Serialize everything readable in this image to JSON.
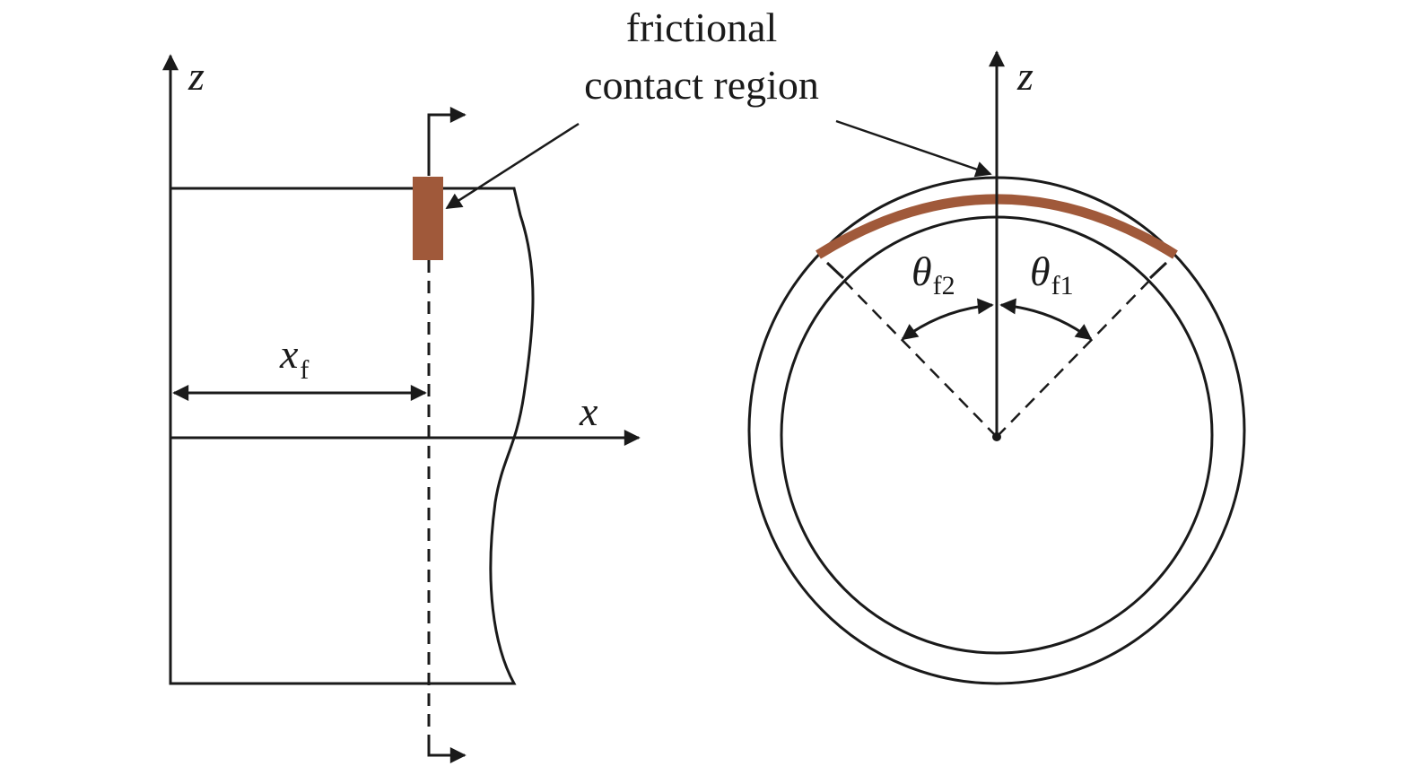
{
  "colors": {
    "line": "#1a1a1a",
    "contact": "#a0593a",
    "background": "#ffffff"
  },
  "annotation": {
    "line1": "frictional",
    "line2": "contact region"
  },
  "left_view": {
    "z_axis_label": "z",
    "x_axis_label": "x",
    "dimension_label": "x",
    "dimension_subscript": "f"
  },
  "right_view": {
    "z_axis_label": "z",
    "angle_left_symbol": "θ",
    "angle_left_subscript": "f2",
    "angle_right_symbol": "θ",
    "angle_right_subscript": "f1"
  }
}
